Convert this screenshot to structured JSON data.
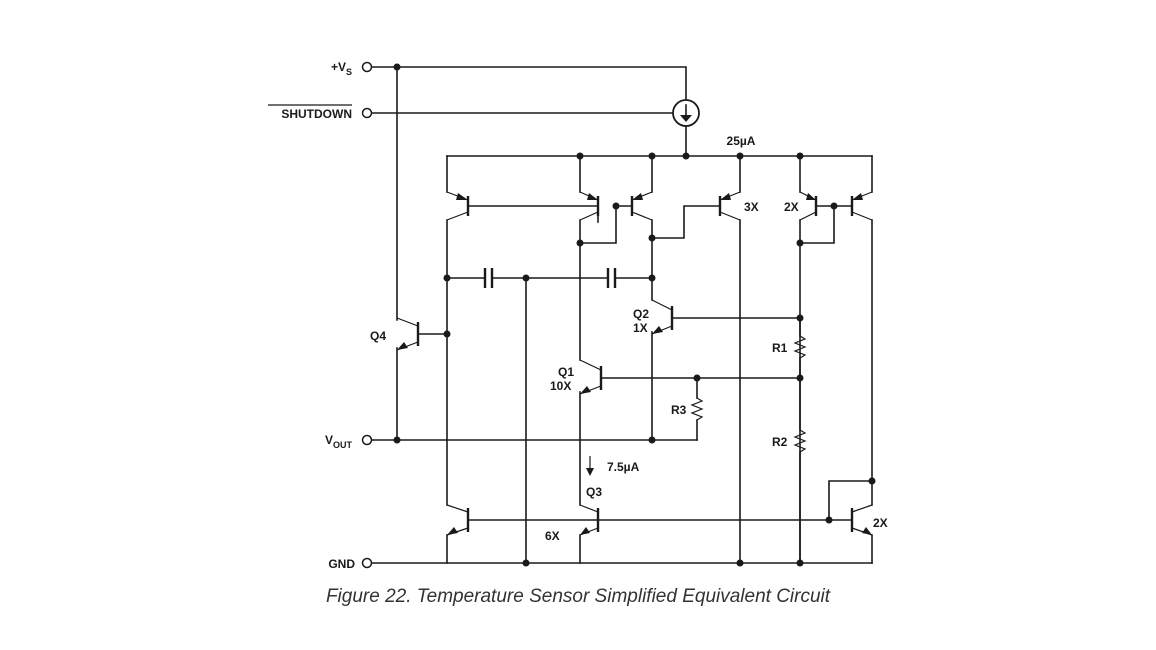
{
  "pins": {
    "vs": {
      "main": "+V",
      "sub": "S"
    },
    "shutdown": "SHUTDOWN",
    "vout": {
      "main": "V",
      "sub": "OUT"
    },
    "gnd": "GND"
  },
  "current_source_label": "25µA",
  "transistors": {
    "q1": {
      "name": "Q1",
      "ratio": "10X"
    },
    "q2": {
      "name": "Q2",
      "ratio": "1X"
    },
    "q3": {
      "name": "Q3",
      "ratio": "6X"
    },
    "q4": {
      "name": "Q4"
    },
    "mirror_3x": "3X",
    "mirror_2x_top": "2X",
    "mirror_2x_bottom": "2X"
  },
  "resistors": {
    "r1": "R1",
    "r2": "R2",
    "r3": "R3"
  },
  "current_label": "7.5µA",
  "caption": "Figure 22. Temperature Sensor Simplified Equivalent Circuit"
}
